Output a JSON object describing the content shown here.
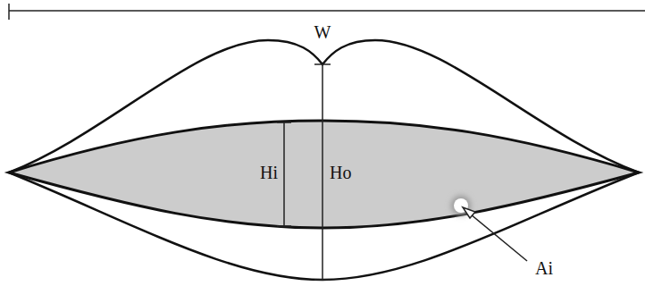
{
  "diagram": {
    "labels": [
      "W",
      "Hi",
      "Ho",
      "Ai"
    ]
  }
}
